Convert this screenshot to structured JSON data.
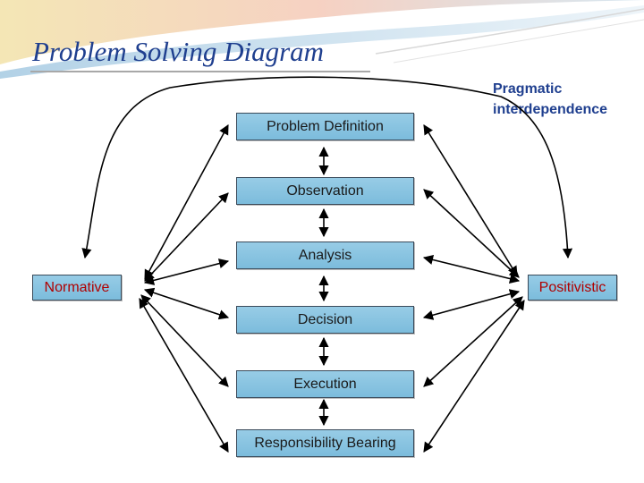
{
  "title": "Problem Solving Diagram",
  "note": [
    "Pragmatic",
    "interdependence"
  ],
  "steps": [
    "Problem Definition",
    "Observation",
    "Analysis",
    "Decision",
    "Execution",
    "Responsibility Bearing"
  ],
  "left_node": "Normative",
  "right_node": "Positivistic",
  "colors": {
    "title": "#1f3f8f",
    "box_fill": "#8ac6e2",
    "side_text": "#b00000",
    "arrow": "#000000"
  }
}
